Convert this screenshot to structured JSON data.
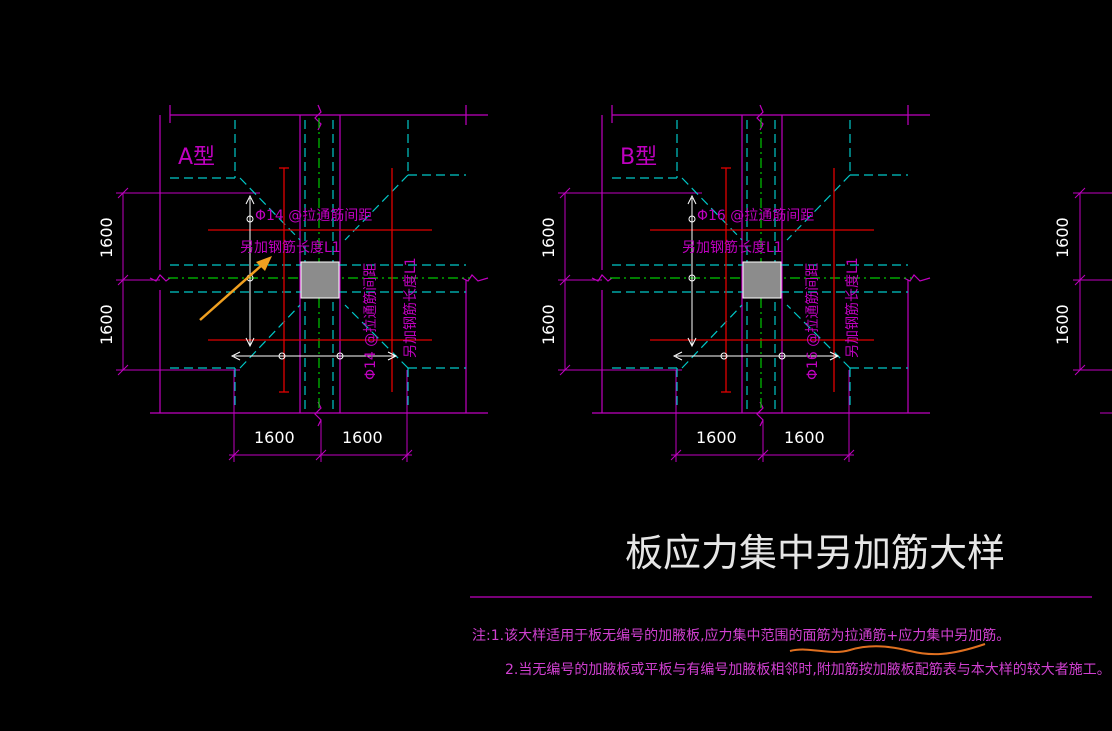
{
  "colors": {
    "background": "#000000",
    "magenta": "#c000c0",
    "cyan": "#00c8c8",
    "green": "#00c800",
    "red": "#e00000",
    "white": "#ffffff",
    "gray_fill": "#8c8c8c",
    "title_white": "#e6e6e6",
    "note_magenta": "#d040d0",
    "arrow_orange": "#f0a020",
    "scribble_orange": "#e07020"
  },
  "detail_a": {
    "type_label": "A型",
    "rebar_label_top": "Φ14 @拉通筋间距",
    "rebar_length_top": "另加钢筋长度L1",
    "rebar_label_side": "Φ14 @拉通筋间距",
    "rebar_length_side": "另加钢筋长度L1",
    "dim_vertical_upper": "1600",
    "dim_vertical_lower": "1600",
    "dim_horizontal_left": "1600",
    "dim_horizontal_right": "1600"
  },
  "detail_b": {
    "type_label": "B型",
    "rebar_label_top": "Φ16 @拉通筋间距",
    "rebar_length_top": "另加钢筋长度L1",
    "rebar_label_side": "Φ16 @拉通筋间距",
    "rebar_length_side": "另加钢筋长度L1",
    "dim_vertical_upper": "1600",
    "dim_vertical_lower": "1600",
    "dim_horizontal_left": "1600",
    "dim_horizontal_right": "1600"
  },
  "detail_c_partial": {
    "dim_vertical_upper": "1600",
    "dim_vertical_lower": "1600"
  },
  "title": "板应力集中另加筋大样",
  "notes": {
    "note_1": "注:1.该大样适用于板无编号的加腋板,应力集中范围的面筋为拉通筋+应力集中另加筋。",
    "note_2": "2.当无编号的加腋板或平板与有编号加腋板相邻时,附加筋按加腋板配筋表与本大样的较大者施工。"
  }
}
